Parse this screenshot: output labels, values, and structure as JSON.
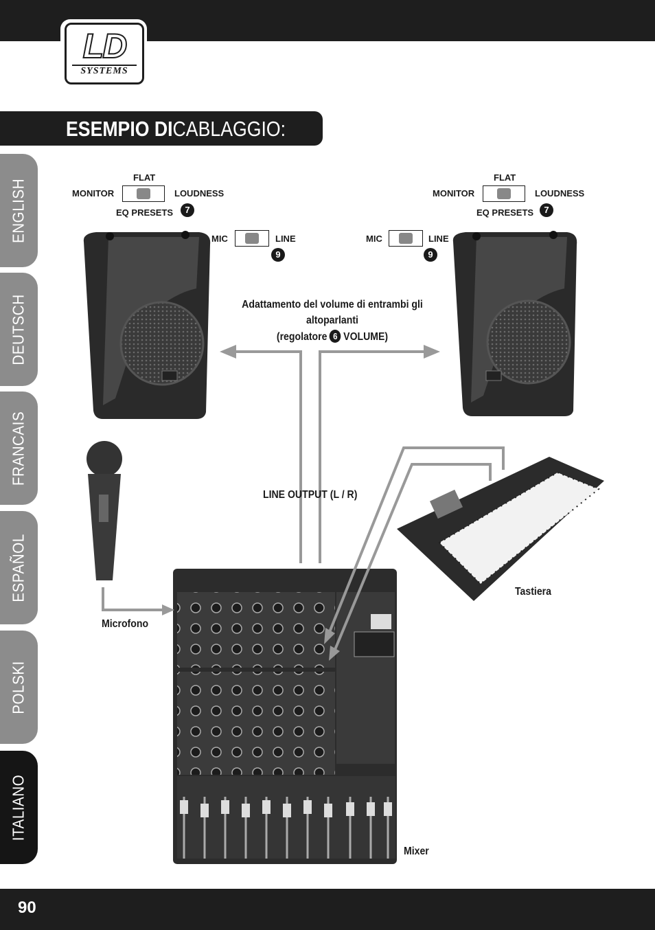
{
  "logo": {
    "brand": "LD",
    "sub": "SYSTEMS"
  },
  "title": {
    "bold": "ESEMPIO DI",
    "light": "CABLAGGIO:"
  },
  "sidebar": {
    "tabs": [
      {
        "label": "ENGLISH",
        "active": false
      },
      {
        "label": "DEUTSCH",
        "active": false
      },
      {
        "label": "FRANCAIS",
        "active": false
      },
      {
        "label": "ESPAÑOL",
        "active": false
      },
      {
        "label": "POLSKI",
        "active": false
      },
      {
        "label": "ITALIANO",
        "active": true
      }
    ]
  },
  "speaker_left": {
    "flat": "FLAT",
    "monitor": "MONITOR",
    "loudness": "LOUDNESS",
    "eq_presets": "EQ PRESETS",
    "eq_num": "7",
    "mic": "MIC",
    "line": "LINE",
    "mic_line_num": "9"
  },
  "speaker_right": {
    "flat": "FLAT",
    "monitor": "MONITOR",
    "loudness": "LOUDNESS",
    "eq_presets": "EQ PRESETS",
    "eq_num": "7",
    "mic": "MIC",
    "line": "LINE",
    "mic_line_num": "9"
  },
  "volume_note": {
    "line1": "Adattamento del volume di entrambi gli",
    "line2": "altoparlanti",
    "line3_pre": "(regolatore",
    "num": "6",
    "line3_post": "VOLUME)"
  },
  "labels": {
    "line_output": "LINE OUTPUT (L / R)",
    "microfono": "Microfono",
    "tastiera": "Tastiera",
    "mixer": "Mixer"
  },
  "page_number": "90"
}
